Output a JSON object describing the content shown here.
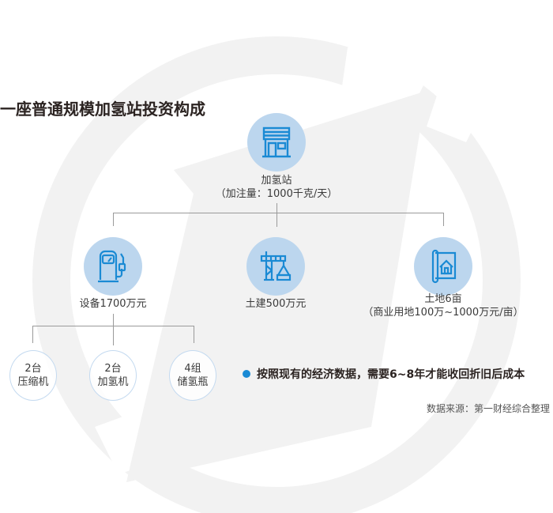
{
  "title": "一座普通规模加氢站投资构成",
  "colors": {
    "accent_blue": "#1a8ad4",
    "icon_circle_bg": "#bcd6ee",
    "small_circle_border": "#c4daf0",
    "connector_line": "#9a9a9a",
    "watermark": "#f1f1f1",
    "title_text": "#2b2321"
  },
  "root": {
    "icon": "storefront-icon",
    "label": "加氢站",
    "sublabel": "（加注量：1000千克/天）"
  },
  "branches": [
    {
      "icon": "fuel-pump-icon",
      "label": "设备1700万元",
      "sublabel": "",
      "children": [
        {
          "line1": "2台",
          "line2": "压缩机"
        },
        {
          "line1": "2台",
          "line2": "加氢机"
        },
        {
          "line1": "4组",
          "line2": "储氢瓶"
        }
      ]
    },
    {
      "icon": "crane-icon",
      "label": "土建500万元",
      "sublabel": ""
    },
    {
      "icon": "land-plan-icon",
      "label": "土地6亩",
      "sublabel": "（商业用地100万~1000万元/亩）"
    }
  ],
  "note": "按照现有的经济数据，需要6~8年才能收回折旧后成本",
  "source": "数据来源：第一财经综合整理"
}
